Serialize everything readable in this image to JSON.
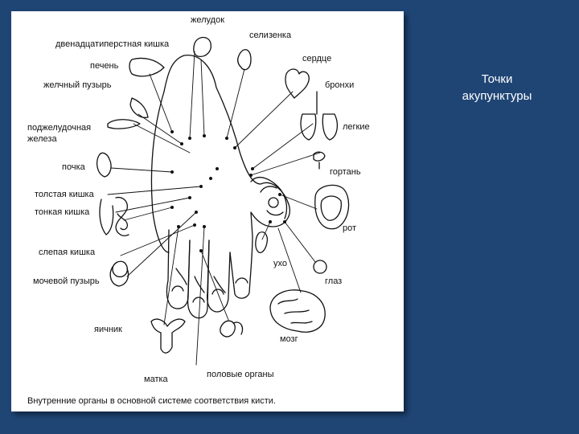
{
  "title": {
    "line1": "Точки",
    "line2": "акупунктуры"
  },
  "diagram": {
    "caption": "Внутренние органы в основной системе соответствия кисти.",
    "labels": {
      "zheludok": "желудок",
      "dvenadtsat": "двенадцатиперстная кишка",
      "selezenka": "селизенка",
      "serdtse": "сердце",
      "pechen": "печень",
      "zhelchny": "желчный пузырь",
      "bronhi": "бронхи",
      "podzhel1": "поджелудочная",
      "podzhel2": "железа",
      "legkie": "легкие",
      "pochka": "почка",
      "gortan": "гортань",
      "tolstaya": "толстая кишка",
      "tonkaya": "тонкая кишка",
      "rot": "рот",
      "slepaya": "слепая кишка",
      "uho": "ухо",
      "mochevoy": "мочевой пузырь",
      "glaz": "глаз",
      "yaichnik": "яичник",
      "mozg": "мозг",
      "matka": "матка",
      "polovye": "половые органы"
    }
  }
}
